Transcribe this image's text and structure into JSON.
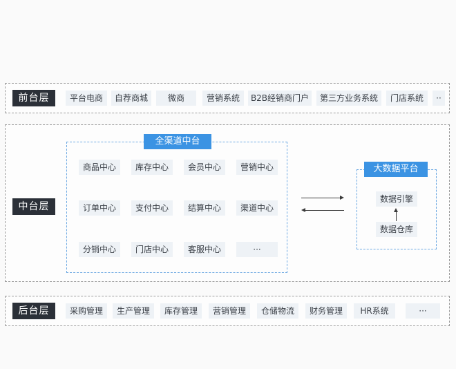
{
  "front_layer": {
    "label": "前台层",
    "items": [
      "平台电商",
      "自荐商城",
      "微商",
      "营销系统",
      "B2B经销商门户",
      "第三方业务系统",
      "门店系统",
      "··"
    ]
  },
  "middle_layer": {
    "label": "中台层",
    "all_channel": {
      "title": "全渠道中台",
      "items": [
        "商品中心",
        "库存中心",
        "会员中心",
        "营销中心",
        "订单中心",
        "支付中心",
        "结算中心",
        "渠道中心",
        "分销中心",
        "门店中心",
        "客服中心",
        "···"
      ]
    },
    "big_data": {
      "title": "大数据平台",
      "engine": "数据引擎",
      "warehouse": "数据仓库"
    }
  },
  "back_layer": {
    "label": "后台层",
    "items": [
      "采购管理",
      "生产管理",
      "库存管理",
      "营销管理",
      "仓储物流",
      "财务管理",
      "HR系统",
      "···"
    ]
  }
}
